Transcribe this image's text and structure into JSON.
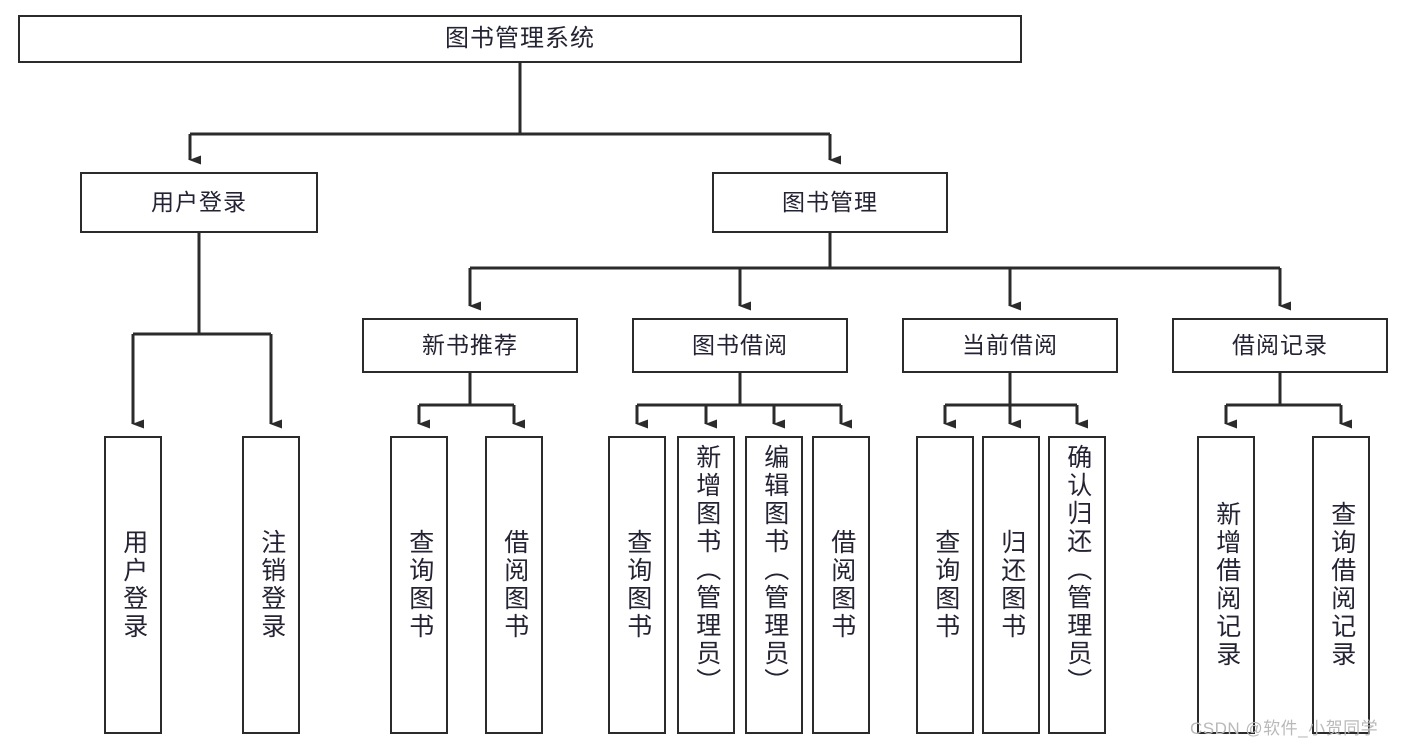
{
  "diagram": {
    "title": "图书管理系统",
    "type": "tree-hierarchy-chart",
    "colors": {
      "box_border": "#2b2b2b",
      "box_fill": "#ffffff",
      "connector": "#2b2b2b",
      "text": "#232334",
      "watermark": "#b9b9b9",
      "background": "#ffffff"
    }
  },
  "root": {
    "label": "图书管理系统"
  },
  "level2": [
    {
      "label": "用户登录"
    },
    {
      "label": "图书管理"
    }
  ],
  "level3": [
    {
      "label": "新书推荐"
    },
    {
      "label": "图书借阅"
    },
    {
      "label": "当前借阅"
    },
    {
      "label": "借阅记录"
    }
  ],
  "leaves": {
    "user_login": [
      {
        "label": "用户登录"
      },
      {
        "label": "注销登录"
      }
    ],
    "new_book_recommend": [
      {
        "label": "查询图书"
      },
      {
        "label": "借阅图书"
      }
    ],
    "book_borrow": [
      {
        "label": "查询图书"
      },
      {
        "label": "新增图书（管理员）"
      },
      {
        "label": "编辑图书（管理员）"
      },
      {
        "label": "借阅图书"
      }
    ],
    "current_borrow": [
      {
        "label": "查询图书"
      },
      {
        "label": "归还图书"
      },
      {
        "label": "确认归还（管理员）"
      }
    ],
    "borrow_record": [
      {
        "label": "新增借阅记录"
      },
      {
        "label": "查询借阅记录"
      }
    ]
  },
  "watermark": {
    "text": "CSDN @软件_小贺同学"
  }
}
